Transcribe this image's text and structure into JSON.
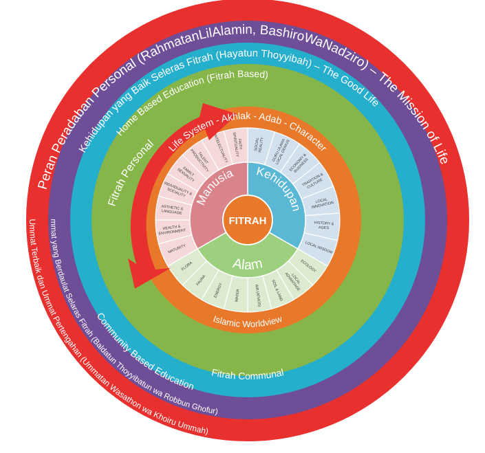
{
  "colors": {
    "outer_ring": "#e8302e",
    "ring2": "#6e4e96",
    "ring3": "#26aecd",
    "ring4": "#86b64a",
    "ring5": "#e9792a",
    "manusia": "#d9848a",
    "kehidupan": "#5ab8d4",
    "alam": "#9ccf7e",
    "sector_manusia": "#f5d8d9",
    "sector_kehidupan": "#d3e1ef",
    "sector_alam": "#dcebd0",
    "fitrah_center": "#e9792a",
    "arrow": "#e8302e"
  },
  "rings": {
    "ring1_top": "Peran Peradaban Personal (RahmatanLilAlamin, BashiroWaNadziro) – The Mission of Life",
    "ring1_bottom": "Ummat Terbaik dan Ummat Pertengahan (Ummatan Wasathon wa Khoiru Ummah)",
    "ring2_top": "Kehidupan yang Baik Seleras Fitrah (Hayatun Thoyyibah) – The Good Life",
    "ring2_bottom": "Ummat yang Berdaulat Selaras Fitrah (Baldatun Thoyyibatun wa Robbun Ghofur)",
    "ring3_top": "Home Based Education (Fitrah Based)",
    "ring3_bottom": "Community Based Education",
    "ring4_top": "Fitrah Personal",
    "ring4_bottom": "Fitrah Communal",
    "ring5_top": "Life System - Akhlak - Adab - Character",
    "ring5_bottom": "Islamic Worldview"
  },
  "center": {
    "fitrah": "FITRAH",
    "manusia": "Manusia",
    "kehidupan": "Kehidupan",
    "alam": "Alam"
  },
  "sectors": {
    "manusia": [
      "MATURITY",
      "HEALTH & ENVIRONMENT",
      "ASTHETIC & LANGUAGE",
      "INDIVIDUALITY & SOCIALITY",
      "FAMILY SEXUALITY",
      "TALENT PRODUCTIVITY",
      "INTELECTUALITY",
      "FAITH SPIRITUALITY"
    ],
    "kehidupan": [
      "SOCIAL REALITY",
      "GURU ULAMA LOCAL GENIUS",
      "ECONOMY & BUSINESS",
      "TRADITION & CULTURE",
      "LOCAL INNOVATION",
      "HISTORY & AGES",
      "LOCAL WISDOM"
    ],
    "alam": [
      "ECOLOGY",
      "LOCAL ADVANTAGE",
      "SOIL & LAND",
      "AIR (ATMOS)",
      "WATER",
      "ENERGY",
      "FAUNA",
      "FLORA"
    ]
  }
}
